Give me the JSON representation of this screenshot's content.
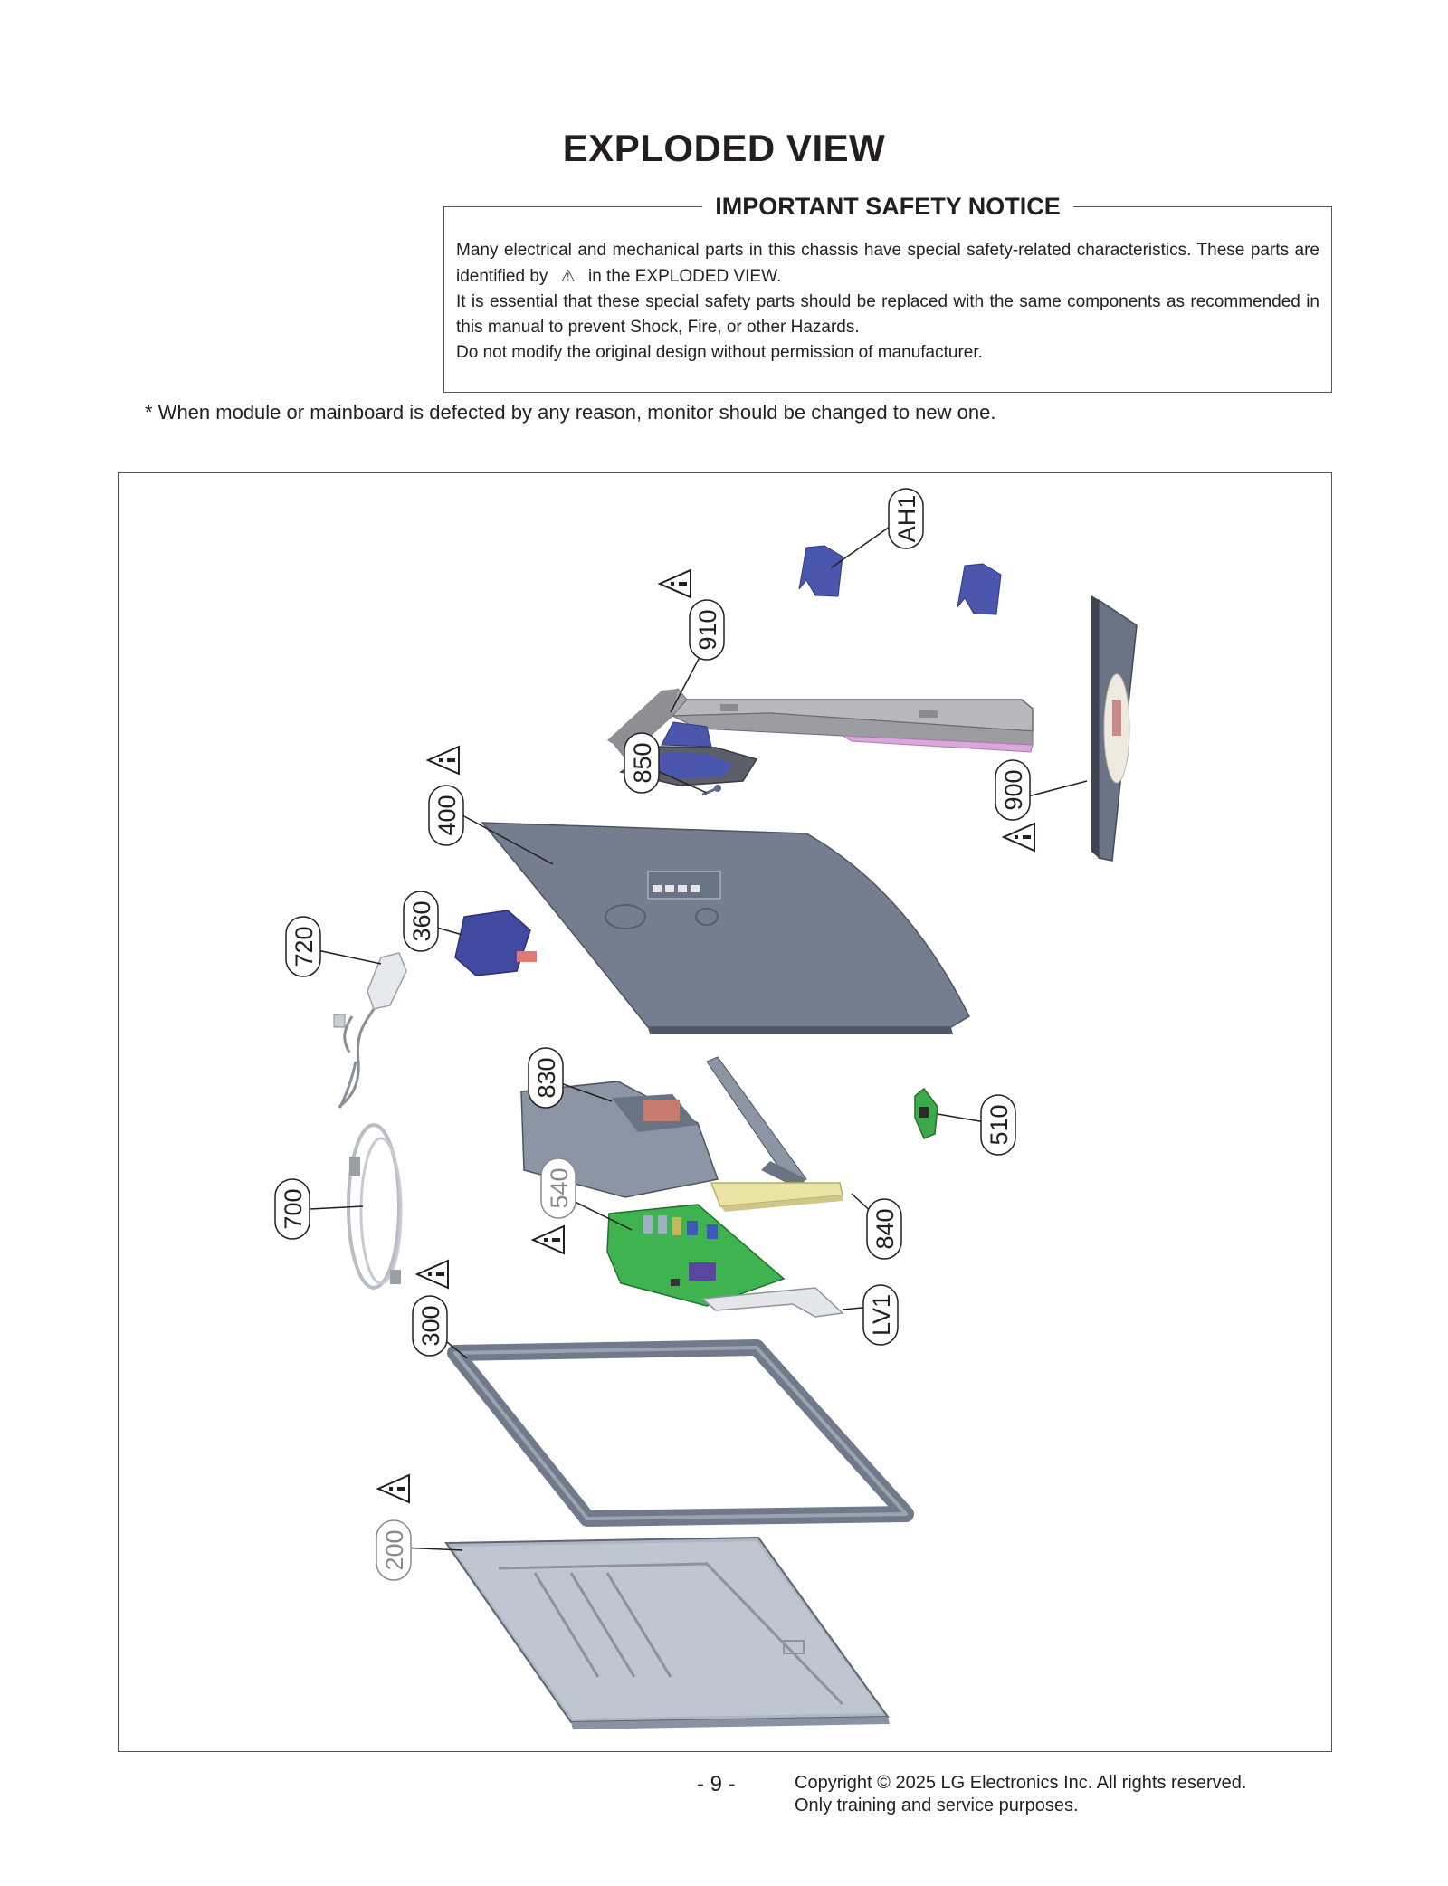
{
  "title": "EXPLODED VIEW",
  "notice": {
    "heading": "IMPORTANT SAFETY NOTICE",
    "line1": "Many electrical and mechanical parts in this chassis have special safety-related characteristics. These parts are identified by",
    "line1_symbol": "⚠",
    "line1_end": "in the EXPLODED VIEW.",
    "line2": "It is essential that these special safety parts should be replaced with the same components as recommended in this manual to prevent Shock, Fire, or other Hazards.",
    "line3": "Do not modify the original design without permission of manufacturer."
  },
  "remark": "* When module or mainboard is defected by any reason, monitor should be changed to new one.",
  "parts": {
    "ah1": "AH1",
    "p910": "910",
    "p850": "850",
    "p900": "900",
    "p400": "400",
    "p360": "360",
    "p720": "720",
    "p830": "830",
    "p510": "510",
    "p700": "700",
    "p540": "540",
    "p840": "840",
    "lv1": "LV1",
    "p300": "300",
    "p200": "200"
  },
  "warning_symbol": "!",
  "colors": {
    "part_grey": "#7d8797",
    "part_dark": "#5d6675",
    "part_blue": "#4753a8",
    "board_green": "#3fb34f",
    "speaker_yellow": "#e6df9e",
    "stand_grey": "#a7a7ab"
  },
  "footer": {
    "page": "- 9 -",
    "copyright": "Copyright © 2025 LG Electronics Inc. All rights reserved.",
    "usage": "Only training and service purposes."
  }
}
